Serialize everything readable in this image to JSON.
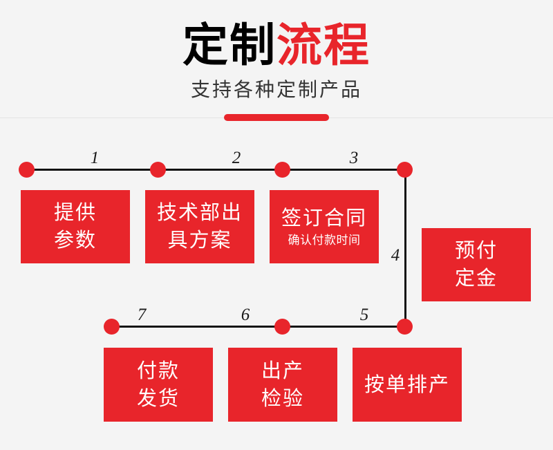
{
  "header": {
    "title_dark": "定制",
    "title_red": "流程",
    "subtitle": "支持各种定制产品",
    "accent_color": "#e8252b",
    "title_color": "#333333",
    "background_color": "#f4f4f4"
  },
  "flow": {
    "node_color": "#e8252b",
    "line_color": "#111111",
    "box_color": "#e8252b",
    "box_text_color": "#ffffff",
    "step_labels": [
      "1",
      "2",
      "3",
      "4",
      "5",
      "6",
      "7"
    ],
    "steps": [
      {
        "number": "1",
        "line1": "提供",
        "line2": "参数",
        "sub": ""
      },
      {
        "number": "2",
        "line1": "技术部出",
        "line2": "具方案",
        "sub": ""
      },
      {
        "number": "3",
        "line1": "签订合同",
        "line2": "",
        "sub": "确认付款时间"
      },
      {
        "number": "4",
        "line1": "预付",
        "line2": "定金",
        "sub": ""
      },
      {
        "number": "5",
        "line1": "按单排产",
        "line2": "",
        "sub": ""
      },
      {
        "number": "6",
        "line1": "出产",
        "line2": "检验",
        "sub": ""
      },
      {
        "number": "7",
        "line1": "付款",
        "line2": "发货",
        "sub": ""
      }
    ]
  }
}
